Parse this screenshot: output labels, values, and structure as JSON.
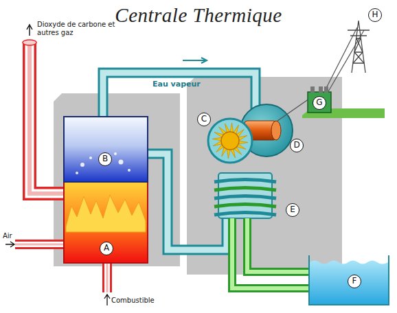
{
  "diagram": {
    "title": "Centrale Thermique",
    "labels": [
      "Dioxyde de carbone et autres gaz",
      "Eau vapeur",
      "Air",
      "Combustible",
      "A",
      "B",
      "C",
      "D",
      "E",
      "F",
      "G",
      "H"
    ]
  }
}
